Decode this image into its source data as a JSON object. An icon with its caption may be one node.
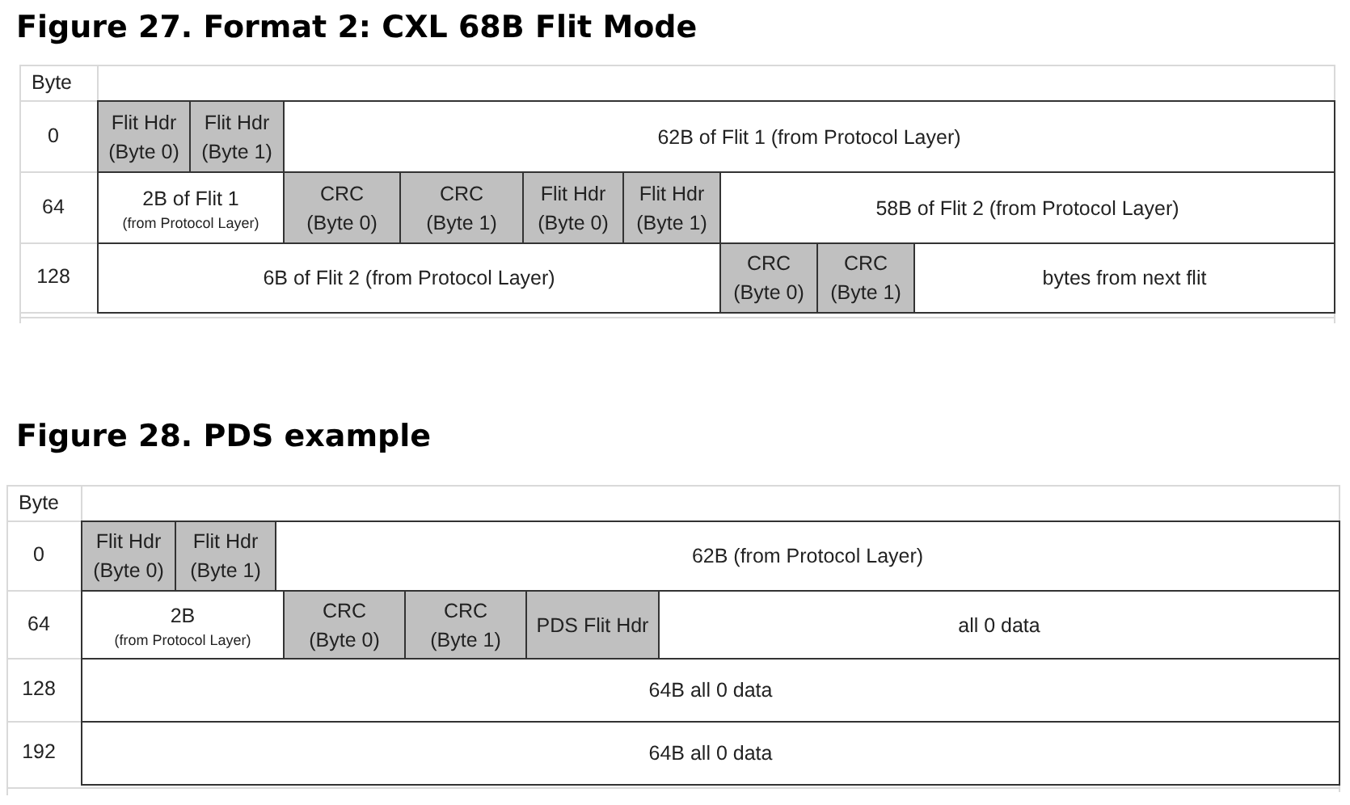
{
  "diagram": {
    "title": "Figure 27.  Format 2: CXL 68B Flit Mode",
    "nodes": [
      {
        "text": [
          "Flit Hdr (Byte 0)"
        ]
      },
      {
        "text": [
          "Flit Hdr (Byte 1)"
        ]
      },
      {
        "text": [
          "62B of Flit 1 (from Protocol Layer)"
        ]
      },
      {
        "text": [
          "2B of Flit 1",
          "(from Protocol Layer)"
        ]
      },
      {
        "text": [
          "CRC (Byte 0)"
        ]
      },
      {
        "text": [
          "CRC (Byte 1)"
        ]
      },
      {
        "text": [
          "Flit Hdr (Byte 0)"
        ]
      },
      {
        "text": [
          "Flit Hdr (Byte 1)"
        ]
      },
      {
        "text": [
          "58B of Flit 2 (from Protocol Layer)"
        ]
      },
      {
        "text": [
          "6B of Flit 2 (from Protocol Layer)"
        ]
      },
      {
        "text": [
          "CRC (Byte 0)"
        ]
      },
      {
        "text": [
          "CRC (Byte 1)"
        ]
      },
      {
        "text": [
          "bytes from next flit"
        ]
      },
      {
        "text": [
          "Flit Hdr (Byte 0)"
        ]
      },
      {
        "text": [
          "Flit Hdr (Byte 1)"
        ]
      },
      {
        "text": [
          "62B (from Protocol Layer)"
        ]
      },
      {
        "text": [
          "2B",
          "(from Protocol Layer)"
        ]
      },
      {
        "text": [
          "CRC (Byte 0)"
        ]
      },
      {
        "text": [
          "CRC (Byte 1)"
        ]
      },
      {
        "text": [
          "PDS Flit Hdr"
        ]
      },
      {
        "text": [
          "all 0 data"
        ]
      },
      {
        "text": [
          "64B all 0 data"
        ]
      },
      {
        "text": [
          "64B all 0 data"
        ]
      }
    ],
    "labels": [
      "Byte",
      "0",
      "64",
      "128",
      "Figure 28.  PDS example",
      "Byte",
      "0",
      "64",
      "128",
      "192"
    ]
  }
}
